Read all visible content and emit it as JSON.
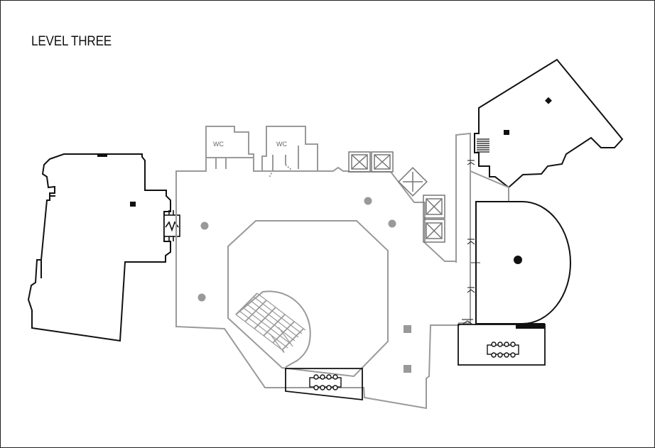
{
  "floor": {
    "title": "LEVEL THREE"
  },
  "rooms": {
    "wc_left": "WC",
    "wc_right": "WC"
  },
  "colors": {
    "black_outline": "#111111",
    "gray_outline": "#9a9a9a",
    "marker_gray": "#999999"
  },
  "icons": [
    "elevator-icon",
    "stairs-icon",
    "door-icon",
    "table-icon",
    "column-icon",
    "fireplace-icon"
  ]
}
